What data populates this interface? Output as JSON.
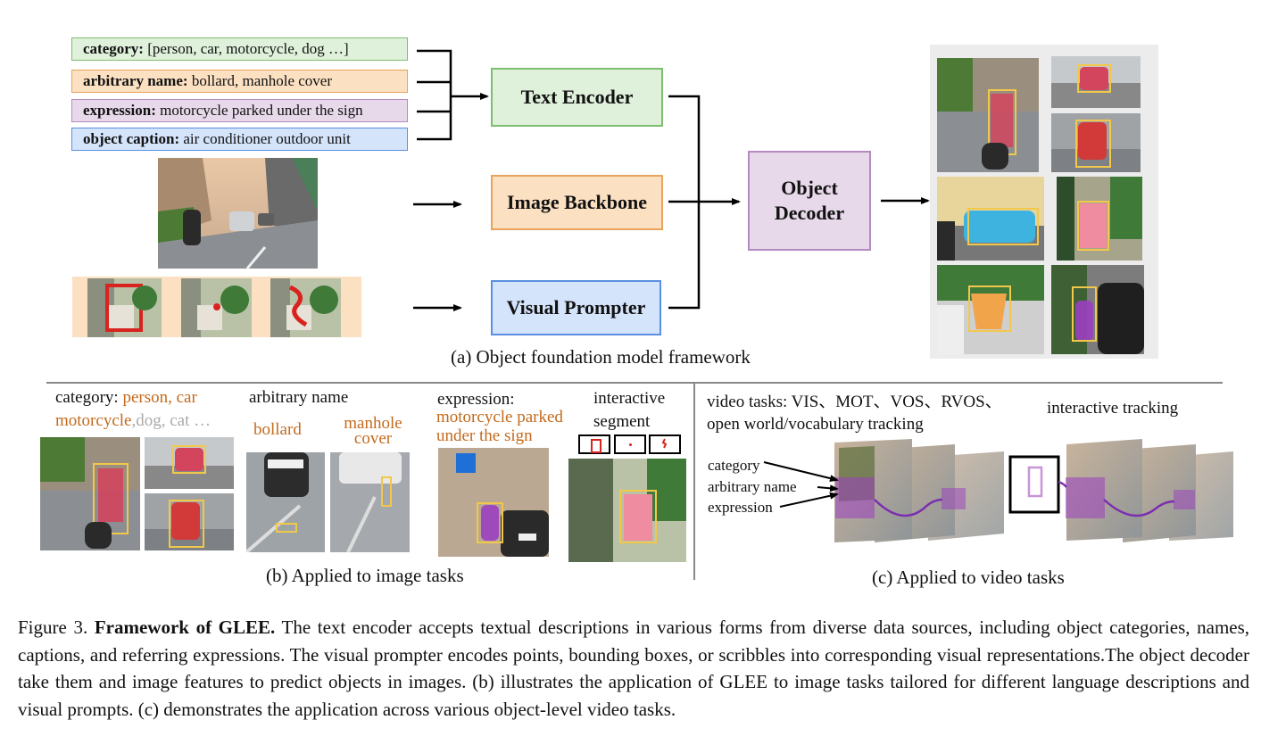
{
  "part_a": {
    "text_inputs": [
      {
        "key": "category:",
        "value": " [person, car, motorcycle, dog …]",
        "fill": "#dff1db",
        "border": "#7dbd6f"
      },
      {
        "key": "arbitrary name:",
        "value": " bollard, manhole cover",
        "fill": "#fbe0c2",
        "border": "#e8a45c"
      },
      {
        "key": "expression:",
        "value": " motorcycle parked under the sign",
        "fill": "#e7d8ea",
        "border": "#b48ac0"
      },
      {
        "key": "object caption:",
        "value": " air conditioner outdoor unit",
        "fill": "#d4e4fb",
        "border": "#5b8fe0"
      }
    ],
    "modules": {
      "text_encoder": "Text Encoder",
      "image_backbone": "Image Backbone",
      "visual_prompter": "Visual Prompter",
      "object_decoder": "Object Decoder"
    },
    "caption": "(a) Object foundation model framework"
  },
  "part_b": {
    "category_key": "category: ",
    "category_highlight": "person, car",
    "category_line2_highlight": "motorcycle",
    "category_line2_rest": ",dog, cat …",
    "arbitrary_title": "arbitrary name",
    "bollard": "bollard",
    "manhole_cover": "manhole cover",
    "expression_key": "expression:",
    "expression_value": "motorcycle parked under the sign",
    "interactive_segment": "interactive segment",
    "caption": "(b) Applied to image tasks"
  },
  "part_c": {
    "video_tasks": "video tasks: VIS、MOT、VOS、RVOS、",
    "video_tasks_line2": "open world/vocabulary tracking",
    "interactive_tracking": "interactive tracking",
    "category": "category",
    "arbitrary_name": "arbitrary name",
    "expression": "expression",
    "caption": "(c) Applied to video tasks"
  },
  "figure_caption": {
    "label": "Figure 3.",
    "title": "Framework of GLEE.",
    "text": "The text encoder accepts textual descriptions in various forms from diverse data sources, including object categories, names, captions, and referring expressions. The visual prompter encodes points, bounding boxes, or scribbles into corresponding visual representations.The object decoder take them and image features to predict objects in images. (b) illustrates the application of GLEE to image tasks tailored for different language descriptions and visual prompts. (c) demonstrates the application across various object-level video tasks."
  },
  "colors": {
    "green": "#7dbd6f",
    "orange": "#e8a45c",
    "purple": "#b48ac0",
    "blue": "#5b8fe0",
    "label_orange": "#c46a1c",
    "box_yellow": "#f2c84b",
    "mask_red": "#d23a3a",
    "mask_purple": "#9b3fc0"
  }
}
